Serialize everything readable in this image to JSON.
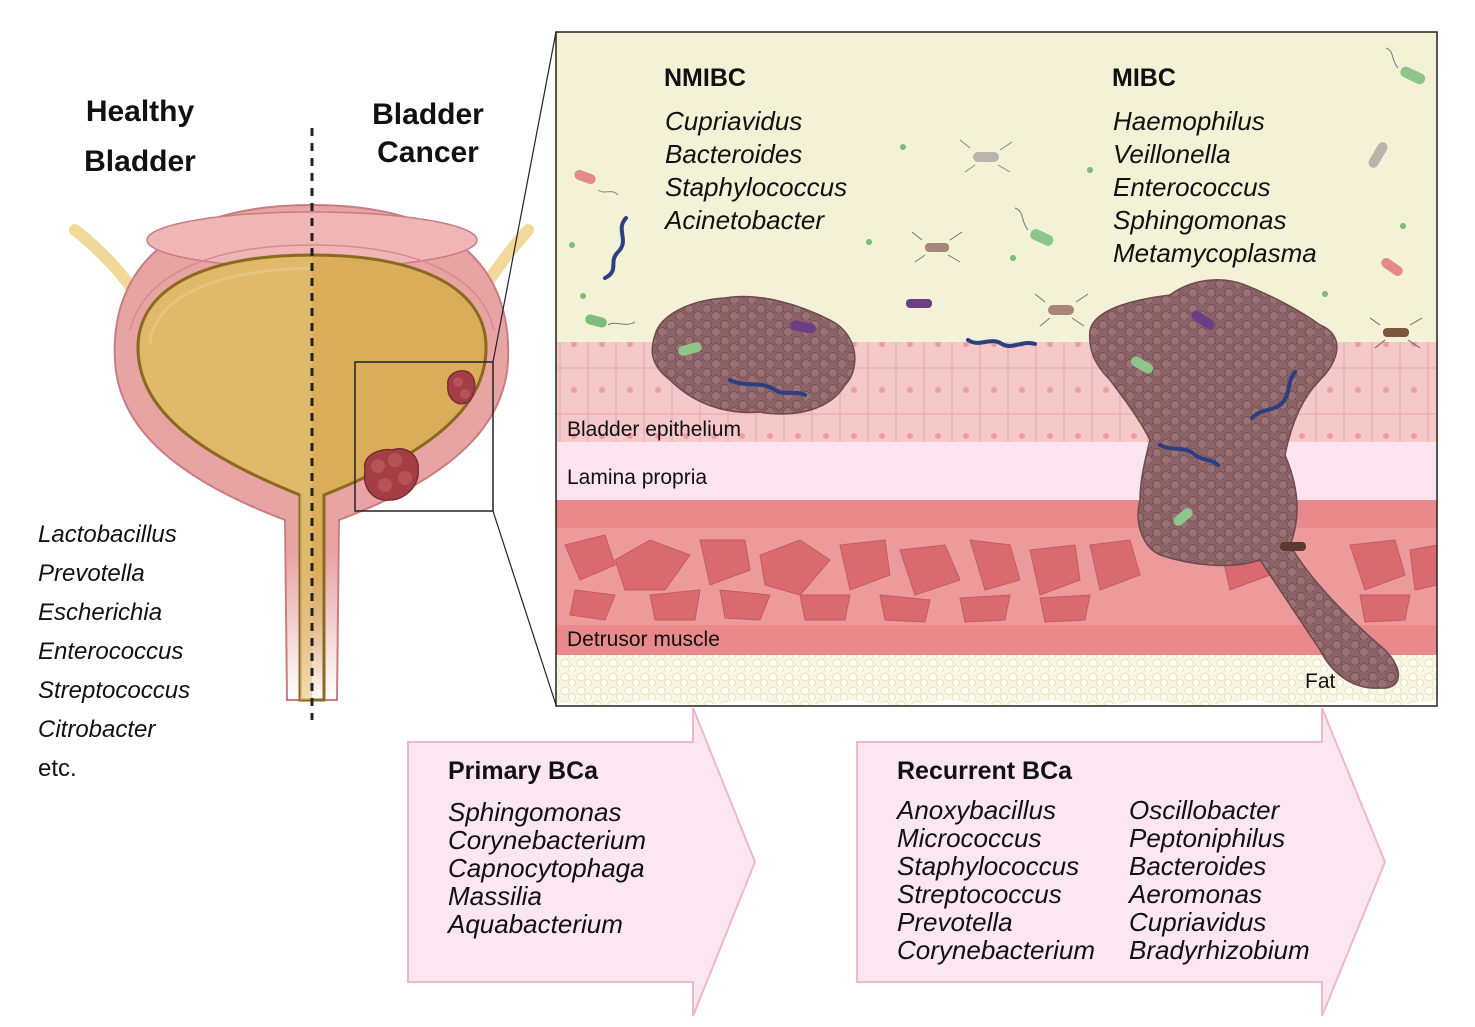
{
  "left": {
    "healthy_title_line1": "Healthy",
    "healthy_title_line2": "Bladder",
    "cancer_title_line1": "Bladder",
    "cancer_title_line2": "Cancer",
    "healthy_genera": [
      "Lactobacillus",
      "Prevotella",
      "Escherichia",
      "Enterococcus",
      "Streptococcus",
      "Citrobacter"
    ],
    "healthy_etc": "etc."
  },
  "panel": {
    "nmibc": {
      "title": "NMIBC",
      "genera": [
        "Cupriavidus",
        "Bacteroides",
        "Staphylococcus",
        "Acinetobacter"
      ]
    },
    "mibc": {
      "title": "MIBC",
      "genera": [
        "Haemophilus",
        "Veillonella",
        "Enterococcus",
        "Sphingomonas",
        "Metamycoplasma"
      ]
    },
    "layers": {
      "epithelium": "Bladder  epithelium",
      "lamina": "Lamina propria",
      "detrusor": "Detrusor muscle",
      "fat": "Fat"
    }
  },
  "arrows": {
    "primary": {
      "title": "Primary BCa",
      "genera": [
        "Sphingomonas",
        "Corynebacterium",
        "Capnocytophaga",
        "Massilia",
        "Aquabacterium"
      ]
    },
    "recurrent": {
      "title": "Recurrent BCa",
      "genera_col1": [
        "Anoxybacillus",
        "Micrococcus",
        "Staphylococcus",
        "Streptococcus",
        "Prevotella",
        "Corynebacterium"
      ],
      "genera_col2": [
        "Oscillobacter",
        "Peptoniphilus",
        "Bacteroides",
        "Aeromonas",
        "Cupriavidus",
        "Bradyrhizobium"
      ]
    }
  },
  "colors": {
    "urine": "#d9ad5a",
    "bladder_wall": "#e8a3a3",
    "panel_bg": "#f3f1d6",
    "epithelium": "#f5c7c9",
    "lamina": "#fbe4ef",
    "muscle": "#e88c8e",
    "tumor": "#8a5f63",
    "arrow_fill": "#fbe6f1",
    "arrow_stroke": "#f0b7c8"
  }
}
